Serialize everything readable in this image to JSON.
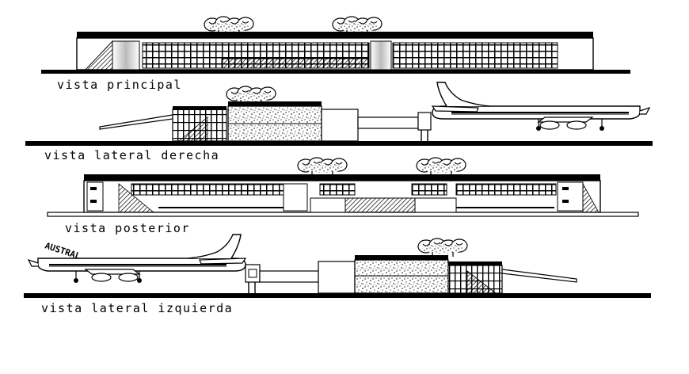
{
  "views": [
    {
      "id": "principal",
      "label": "vista principal"
    },
    {
      "id": "lateral-derecha",
      "label": "vista lateral derecha"
    },
    {
      "id": "posterior",
      "label": "vista posterior"
    },
    {
      "id": "lateral-izquierda",
      "label": "vista lateral izquierda"
    }
  ],
  "airplane_livery_text": "AUSTRAL",
  "colors": {
    "line": "#000000",
    "background": "#ffffff"
  }
}
